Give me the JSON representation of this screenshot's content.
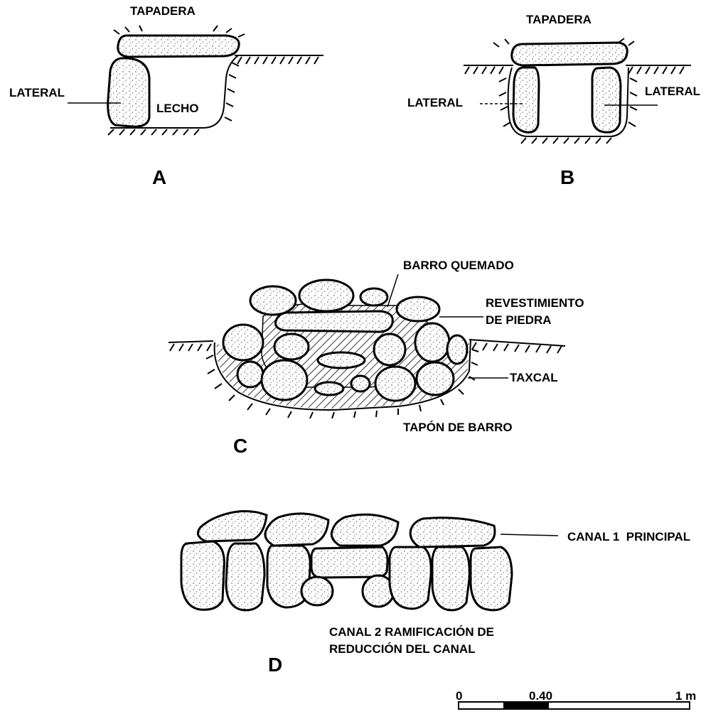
{
  "figure_a": {
    "letter": "A",
    "tapadera": "TAPADERA",
    "lateral": "LATERAL",
    "lecho": "LECHO"
  },
  "figure_b": {
    "letter": "B",
    "tapadera": "TAPADERA",
    "lateral_left": "LATERAL",
    "lateral_right": "LATERAL"
  },
  "figure_c": {
    "letter": "C",
    "barro_quemado": "BARRO QUEMADO",
    "revestimiento_line1": "REVESTIMIENTO",
    "revestimiento_line2": "DE PIEDRA",
    "taxcal": "TAXCAL",
    "tapon": "TAPÓN DE BARRO"
  },
  "figure_d": {
    "letter": "D",
    "canal1": "CANAL 1  PRINCIPAL",
    "canal2_line1": "CANAL 2 RAMIFICACIÓN DE",
    "canal2_line2": "REDUCCIÓN DEL CANAL"
  },
  "scale": {
    "start": "0",
    "mid": "0.40",
    "end": "1 m"
  }
}
